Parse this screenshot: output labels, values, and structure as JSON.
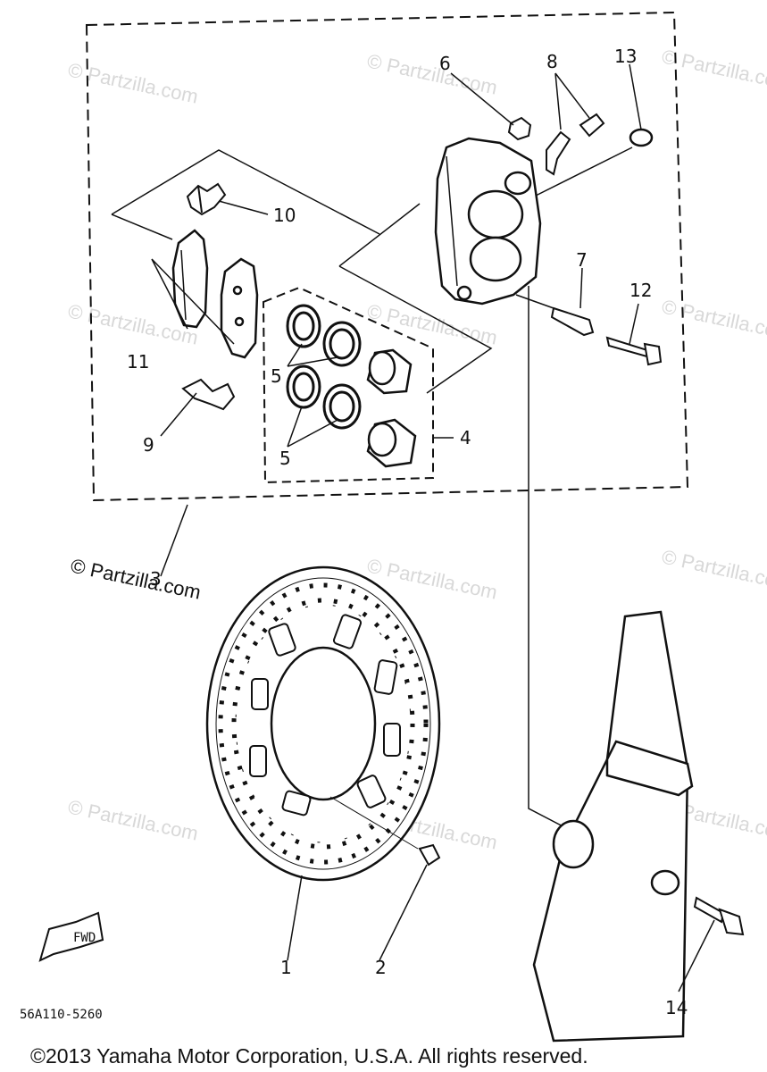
{
  "diagram": {
    "callouts": [
      "1",
      "2",
      "3",
      "4",
      "5",
      "6",
      "7",
      "8",
      "9",
      "10",
      "11",
      "12",
      "13",
      "14"
    ],
    "watermark_main": "© Partzilla.com",
    "watermark_faint": "© Partzilla.com",
    "diagram_code": "56A110-5260",
    "fwd_label": "FWD",
    "copyright": "©2013  Yamaha Motor Corporation, U.S.A. All rights reserved."
  }
}
